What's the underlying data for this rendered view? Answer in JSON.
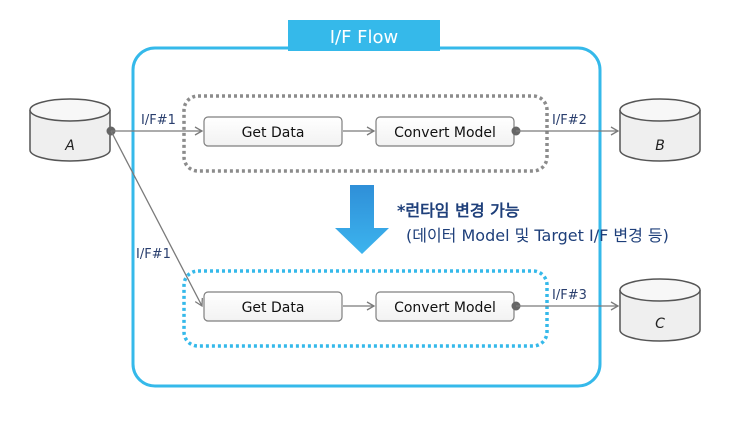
{
  "title": "I/F Flow",
  "nodes": {
    "a": "A",
    "b": "B",
    "c": "C"
  },
  "flow_top": {
    "step1": "Get Data",
    "step2": "Convert Model"
  },
  "flow_bottom": {
    "step1": "Get Data",
    "step2": "Convert Model"
  },
  "edges": {
    "a_to_top": "I/F#1",
    "a_to_bottom": "I/F#1",
    "top_to_b": "I/F#2",
    "bottom_to_c": "I/F#3"
  },
  "note": {
    "line1": "*런타임 변경 가능",
    "line2": "(데이터 Model 및 Target I/F 변경 등)"
  },
  "colors": {
    "accent": "#35b9ea",
    "dotted_top": "#8c8c8c",
    "dotted_bottom": "#35b9ea",
    "cylinder_fill": "#efefef",
    "arrow": "#2e9fe0"
  }
}
